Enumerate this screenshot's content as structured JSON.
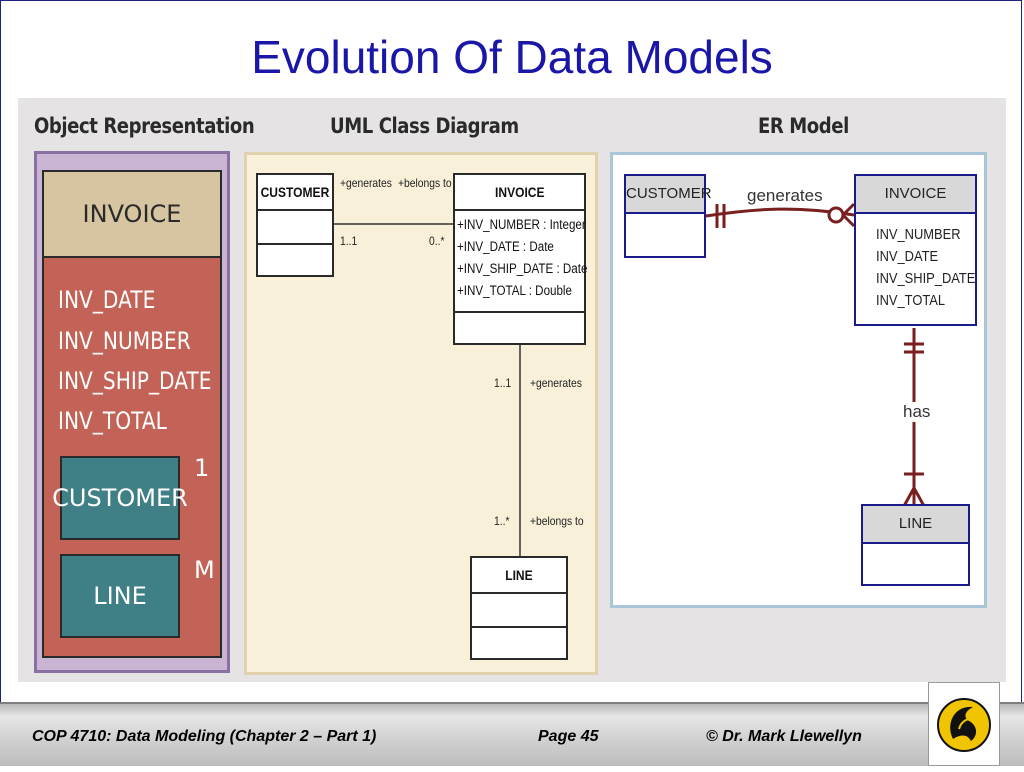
{
  "slide": {
    "title": "Evolution Of Data Models"
  },
  "figure": {
    "object_representation": {
      "heading": "Object Representation",
      "entity": "INVOICE",
      "attributes": [
        "INV_DATE",
        "INV_NUMBER",
        "INV_SHIP_DATE",
        "INV_TOTAL"
      ],
      "embedded": [
        {
          "name": "CUSTOMER",
          "multiplicity": "1"
        },
        {
          "name": "LINE",
          "multiplicity": "M"
        }
      ]
    },
    "uml": {
      "heading": "UML Class Diagram",
      "customer": {
        "name": "CUSTOMER"
      },
      "invoice": {
        "name": "INVOICE",
        "attributes": [
          "+INV_NUMBER : Integer",
          "+INV_DATE : Date",
          "+INV_SHIP_DATE : Date",
          "+INV_TOTAL : Double"
        ]
      },
      "line": {
        "name": "LINE"
      },
      "assoc_top": {
        "generates": "+generates",
        "belongs_to": "+belongs to",
        "mult_left": "1..1",
        "mult_right": "0..*"
      },
      "assoc_vertical": {
        "mult_top": "1..1",
        "generates": "+generates",
        "mult_bottom": "1..*",
        "belongs_to": "+belongs to"
      }
    },
    "er": {
      "heading": "ER Model",
      "customer": "CUSTOMER",
      "invoice": {
        "name": "INVOICE",
        "attributes": [
          "INV_NUMBER",
          "INV_DATE",
          "INV_SHIP_DATE",
          "INV_TOTAL"
        ]
      },
      "line": "LINE",
      "relationship_generates": "generates",
      "relationship_has": "has"
    },
    "colors": {
      "object_outer": "#c9b4d3",
      "object_body": "#c36357",
      "object_header": "#d7c4a0",
      "object_embedded": "#3f7f86",
      "uml_panel": "#f8f0d8",
      "er_border": "#a9c6d7",
      "er_line": "#7a1f1f",
      "title": "#1a16a8"
    }
  },
  "footer": {
    "course": "COP 4710: Data Modeling (Chapter 2 – Part 1)",
    "page": "Page 45",
    "author": "© Dr. Mark Llewellyn",
    "logo_icon": "pegasus-logo-icon"
  }
}
